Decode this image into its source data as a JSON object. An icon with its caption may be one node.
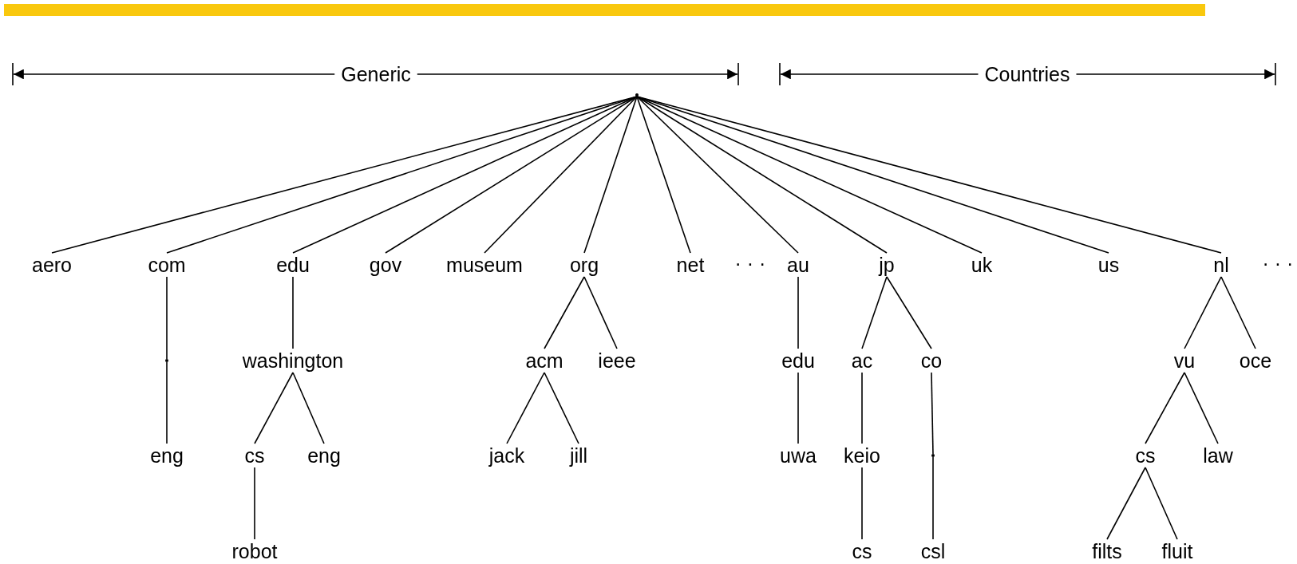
{
  "diagram": {
    "nodes": [
      {
        "text": [],
        "shape": "point"
      },
      {
        "text": [
          "aero"
        ]
      },
      {
        "text": [
          "com"
        ]
      },
      {
        "text": [
          "edu"
        ]
      },
      {
        "text": [
          "gov"
        ]
      },
      {
        "text": [
          "museum"
        ]
      },
      {
        "text": [
          "org"
        ]
      },
      {
        "text": [
          "net"
        ]
      },
      {
        "text": [
          "au"
        ]
      },
      {
        "text": [
          "jp"
        ]
      },
      {
        "text": [
          "uk"
        ]
      },
      {
        "text": [
          "us"
        ]
      },
      {
        "text": [
          "nl"
        ]
      },
      {
        "text": [],
        "shape": "point"
      },
      {
        "text": [
          "washington"
        ]
      },
      {
        "text": [
          "acm"
        ]
      },
      {
        "text": [
          "ieee"
        ]
      },
      {
        "text": [
          "edu"
        ]
      },
      {
        "text": [
          "ac"
        ]
      },
      {
        "text": [
          "co"
        ]
      },
      {
        "text": [
          "vu"
        ]
      },
      {
        "text": [
          "oce"
        ]
      },
      {
        "text": [
          "eng"
        ]
      },
      {
        "text": [
          "cs"
        ]
      },
      {
        "text": [
          "eng"
        ]
      },
      {
        "text": [
          "jack"
        ]
      },
      {
        "text": [
          "jill"
        ]
      },
      {
        "text": [
          "uwa"
        ]
      },
      {
        "text": [
          "keio"
        ]
      },
      {
        "text": [],
        "shape": "point"
      },
      {
        "text": [
          "cs"
        ]
      },
      {
        "text": [
          "law"
        ]
      },
      {
        "text": [
          "robot"
        ]
      },
      {
        "text": [
          "cs"
        ]
      },
      {
        "text": [
          "csl"
        ]
      },
      {
        "text": [
          "filts"
        ]
      },
      {
        "text": [
          "fluit"
        ]
      }
    ],
    "edges": [
      {
        "from": 0,
        "to": 1,
        "arrow": "none"
      },
      {
        "from": 0,
        "to": 2,
        "arrow": "none"
      },
      {
        "from": 0,
        "to": 3,
        "arrow": "none"
      },
      {
        "from": 0,
        "to": 4,
        "arrow": "none"
      },
      {
        "from": 0,
        "to": 5,
        "arrow": "none"
      },
      {
        "from": 0,
        "to": 6,
        "arrow": "none"
      },
      {
        "from": 0,
        "to": 7,
        "arrow": "none"
      },
      {
        "from": 0,
        "to": 8,
        "arrow": "none"
      },
      {
        "from": 0,
        "to": 9,
        "arrow": "none"
      },
      {
        "from": 0,
        "to": 10,
        "arrow": "none"
      },
      {
        "from": 0,
        "to": 11,
        "arrow": "none"
      },
      {
        "from": 0,
        "to": 12,
        "arrow": "none"
      },
      {
        "from": 2,
        "to": 13,
        "arrow": "none"
      },
      {
        "from": 3,
        "to": 14,
        "arrow": "none"
      },
      {
        "from": 6,
        "to": 15,
        "arrow": "none"
      },
      {
        "from": 6,
        "to": 16,
        "arrow": "none"
      },
      {
        "from": 8,
        "to": 17,
        "arrow": "none"
      },
      {
        "from": 9,
        "to": 18,
        "arrow": "none"
      },
      {
        "from": 9,
        "to": 19,
        "arrow": "none"
      },
      {
        "from": 12,
        "to": 20,
        "arrow": "none"
      },
      {
        "from": 12,
        "to": 21,
        "arrow": "none"
      },
      {
        "from": 13,
        "to": 22,
        "arrow": "none"
      },
      {
        "from": 14,
        "to": 23,
        "arrow": "none"
      },
      {
        "from": 14,
        "to": 24,
        "arrow": "none"
      },
      {
        "from": 15,
        "to": 25,
        "arrow": "none"
      },
      {
        "from": 15,
        "to": 26,
        "arrow": "none"
      },
      {
        "from": 17,
        "to": 27,
        "arrow": "none"
      },
      {
        "from": 18,
        "to": 28,
        "arrow": "none"
      },
      {
        "from": 19,
        "to": 29,
        "arrow": "none"
      },
      {
        "from": 20,
        "to": 30,
        "arrow": "none"
      },
      {
        "from": 20,
        "to": 31,
        "arrow": "none"
      },
      {
        "from": 23,
        "to": 32,
        "arrow": "none"
      },
      {
        "from": 28,
        "to": 33,
        "arrow": "none"
      },
      {
        "from": 29,
        "to": 34,
        "arrow": "none"
      },
      {
        "from": 30,
        "to": 35,
        "arrow": "none"
      },
      {
        "from": 30,
        "to": 36,
        "arrow": "none"
      }
    ],
    "labels": [
      "Generic",
      "Countries",
      "· · ·",
      "· · ·"
    ]
  }
}
